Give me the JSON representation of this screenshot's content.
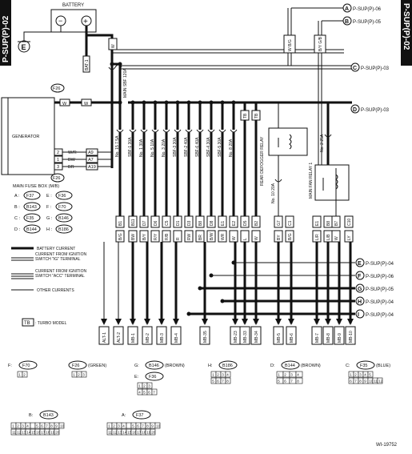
{
  "side_tab": "P-SUP(P)-02",
  "battery": {
    "title": "BATTERY",
    "minus": "−",
    "plus": "+"
  },
  "ground_label": "E",
  "bat_connector": "BAT-1",
  "generator": {
    "label": "GENERATOR",
    "connector": "F26"
  },
  "main_sbf": "MAIN SBF 120A",
  "wire_w": "W",
  "fuse_box": {
    "title": "MAIN FUSE BOX (M/B)",
    "connector": "F26",
    "pins": [
      {
        "num": "2",
        "color": "W/R",
        "term": "A9"
      },
      {
        "num": "1",
        "color": "BW",
        "term": "A7"
      },
      {
        "num": "3",
        "color": "BR",
        "term": "A19"
      }
    ],
    "legend": [
      {
        "letter": "A :",
        "left": "F37",
        "mid": "E :",
        "right": "F36"
      },
      {
        "letter": "B :",
        "left": "B143",
        "mid": "F :",
        "right": "F70"
      },
      {
        "letter": "C :",
        "left": "F35",
        "mid": "G :",
        "right": "B146"
      },
      {
        "letter": "D :",
        "left": "B144",
        "mid": "H :",
        "right": "B186"
      }
    ]
  },
  "fuses": [
    "No. 15 7.5A",
    "SBF-1 30A",
    "No. 1 30A",
    "No. 5 10A",
    "No. 3 20A",
    "SBF-3 30A",
    "SBF-2 40A",
    "SBF-6 40A",
    "SBF-4 30A",
    "SBF-5 30A",
    "No. 8 20A"
  ],
  "tb_labels": [
    "TB",
    "TB"
  ],
  "relays": {
    "defogger": "REAR DEFOGGER RELAY",
    "fuse_small": "No. 10 20A",
    "main_fan": "MAIN FAN RELAY 1",
    "fuse_right": "No. 2 25A"
  },
  "terminal_codes": [
    "B1",
    "B11",
    "D7",
    "D6",
    "C5",
    "D1",
    "D3",
    "B8",
    "D8",
    "E1",
    "E2",
    "D5",
    "B2",
    "G7",
    "C1",
    "E1",
    "B8",
    "B7",
    "C10"
  ],
  "wire_codes": [
    "B/G",
    "BW",
    "B/Y",
    "R/Y",
    "R/B",
    "R",
    "RW",
    "BR",
    "B/W",
    "WR",
    "W",
    "L",
    "W",
    "BY",
    "B/G",
    "L/R",
    "L/B",
    "W",
    "LY"
  ],
  "refs_right": [
    "P-SUP(P)-06",
    "P-SUP(P)-05",
    "P-SUP(P)-03",
    "P-SUP(P)-03"
  ],
  "refs_letters": [
    "A",
    "B",
    "C",
    "D"
  ],
  "wire_top": [
    "W B/G",
    "B/Y G/B"
  ],
  "outputs": [
    "ALT-1",
    "ALT-2",
    "MB-1",
    "MB-2",
    "MB-3",
    "MB-4",
    "MB-35",
    "MB-23",
    "MB-33",
    "MB-34",
    "MB-5",
    "MB-6",
    "MB-7",
    "MB-8",
    "MB-9",
    "MB-10"
  ],
  "bottom_refs": [
    {
      "letter": "E",
      "ref": "P-SUP(P)-04"
    },
    {
      "letter": "F",
      "ref": "P-SUP(P)-06"
    },
    {
      "letter": "G",
      "ref": "P-SUP(P)-05"
    },
    {
      "letter": "H",
      "ref": "P-SUP(P)-04"
    },
    {
      "letter": "I",
      "ref": "P-SUP(P)-04"
    }
  ],
  "legend": {
    "battery": "BATTERY CURRENT",
    "ig": "CURRENT FROM IGNITION SWITCH \"IG\" TERMINAL",
    "acc": "CURRENT FROM IGNITION SWITCH \"ACC\" TERMINAL",
    "other": "OTHER CURRENTS",
    "tb_box": "TB",
    "tb_text": ": TURBO MODEL"
  },
  "connectors": [
    {
      "prefix": "F:",
      "id": "F70",
      "suffix": ""
    },
    {
      "prefix": "",
      "id": "F26",
      "suffix": "(GREEN)"
    },
    {
      "prefix": "G:",
      "id": "B146",
      "suffix": "(BROWN)"
    },
    {
      "prefix": "E:",
      "id": "F36",
      "suffix": ""
    },
    {
      "prefix": "H:",
      "id": "B186",
      "suffix": ""
    },
    {
      "prefix": "D:",
      "id": "B144",
      "suffix": "(BROWN)"
    },
    {
      "prefix": "C:",
      "id": "F35",
      "suffix": "(BLUE)"
    },
    {
      "prefix": "B:",
      "id": "B143",
      "suffix": ""
    },
    {
      "prefix": "A:",
      "id": "F37",
      "suffix": ""
    }
  ],
  "pin_rows": {
    "f70": [
      "1",
      "2"
    ],
    "f26": [
      "1",
      "2",
      "3"
    ],
    "b146_top": [
      "1",
      "2",
      "3"
    ],
    "b146_bot": [
      "4",
      "5",
      "6",
      "7"
    ],
    "b186_top": [
      "1",
      "2",
      "3",
      "4"
    ],
    "b186_bot": [
      "5",
      "6",
      "7",
      "8"
    ],
    "b144_top": [
      "1",
      "2",
      "3",
      "4"
    ],
    "b144_bot": [
      "5",
      "6",
      "7",
      "8"
    ],
    "f35_top": [
      "1",
      "2",
      "3",
      "4",
      "5"
    ],
    "f35_bot": [
      "6",
      "7",
      "8",
      "9",
      "10",
      "11",
      "12"
    ],
    "b143_top": [
      "1",
      "2",
      "3",
      "4",
      "",
      "5",
      "6",
      "7",
      "8",
      "9",
      "10"
    ],
    "b143_bot": [
      "11",
      "12",
      "13",
      "14",
      "15",
      "16",
      "17",
      "18",
      "19",
      "20"
    ],
    "f37_top": [
      "1",
      "2",
      "3",
      "4",
      "",
      "5",
      "6",
      "7",
      "8",
      "9",
      "10"
    ],
    "f37_bot": [
      "11",
      "12",
      "13",
      "14",
      "15",
      "16",
      "17",
      "18",
      "19",
      "20"
    ]
  },
  "figure_id": "WI-19752"
}
